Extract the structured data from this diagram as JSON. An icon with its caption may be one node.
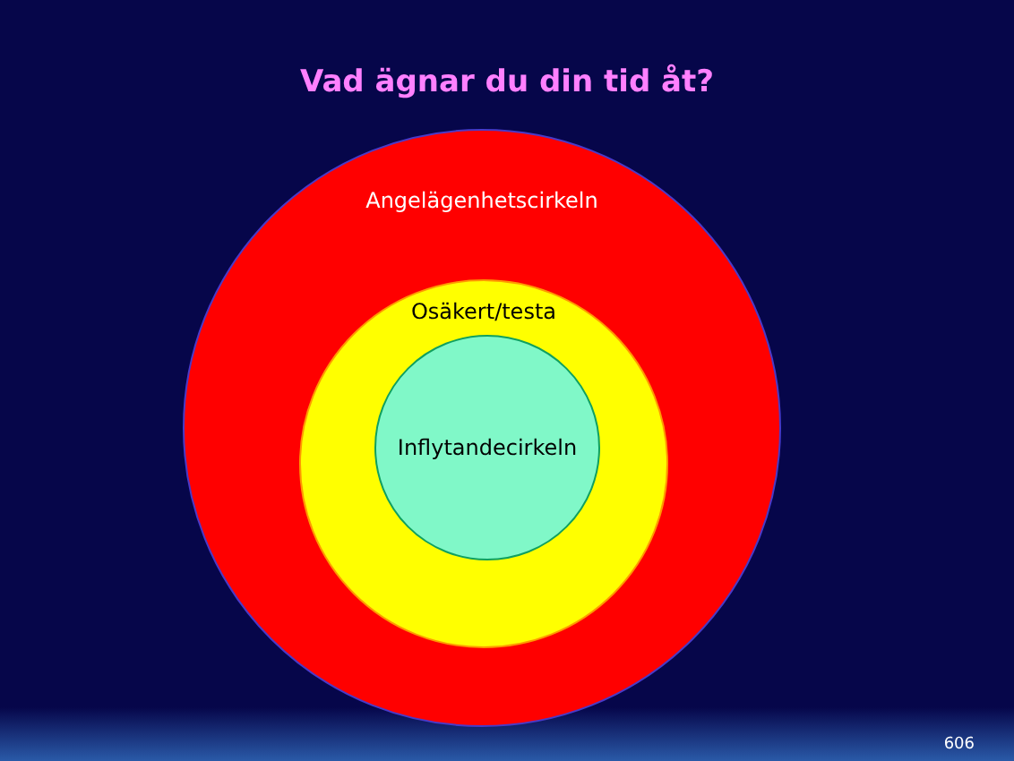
{
  "diagram": {
    "title": "Vad ägnar du din tid åt?",
    "nodes": [
      {
        "text": [
          "Angelägenhetscirkeln"
        ]
      },
      {
        "text": [
          "Osäkert/testa"
        ],
        "in": 0
      },
      {
        "text": [
          "Inflytandecirkeln"
        ],
        "in": 1
      }
    ],
    "edges": [],
    "labels": [
      "606"
    ]
  }
}
